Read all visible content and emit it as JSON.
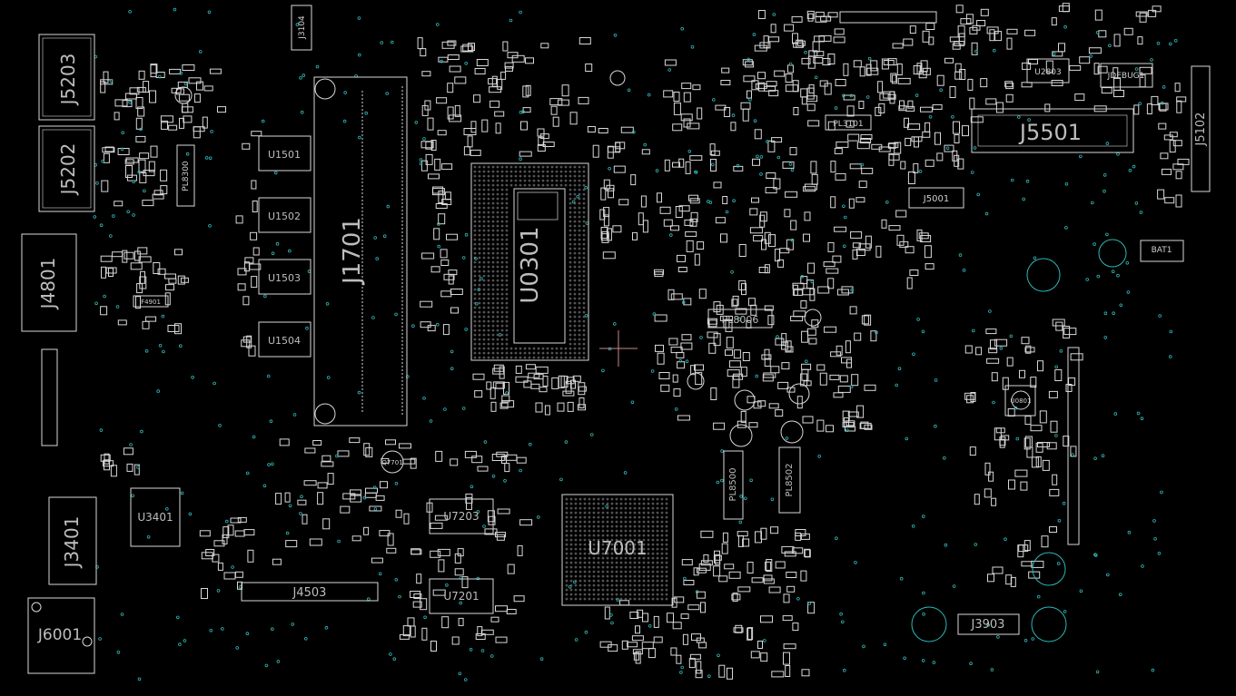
{
  "board": {
    "background": "#000000",
    "outline_color": "#d8d8d8",
    "via_color": "#2fb7b7",
    "cursor_color": "#c98a8a"
  },
  "components": {
    "J5203": "J5203",
    "J5202": "J5202",
    "J4801": "J4801",
    "J3401": "J3401",
    "J6001": "J6001",
    "J3104": "J3104",
    "J1701": "J1701",
    "U1501": "U1501",
    "U1502": "U1502",
    "U1503": "U1503",
    "U1504": "U1504",
    "PL8300": "PL8300",
    "U3401": "U3401",
    "J4503": "J4503",
    "U0301": "U0301",
    "U7203": "U7203",
    "U7201": "U7201",
    "U7001": "U7001",
    "Q7701": "Q7701",
    "PL8006": "PL8006",
    "PL8500": "PL8500",
    "PL8502": "PL8502",
    "PL3101": "PL3101",
    "U2803": "U2803",
    "JDEBUG1": "JDEBUG1",
    "J5501": "J5501",
    "J5001": "J5001",
    "J5102": "J5102",
    "BAT1": "BAT1",
    "U0801": "U0801",
    "J3903": "J3903",
    "F4901": "F4901"
  }
}
